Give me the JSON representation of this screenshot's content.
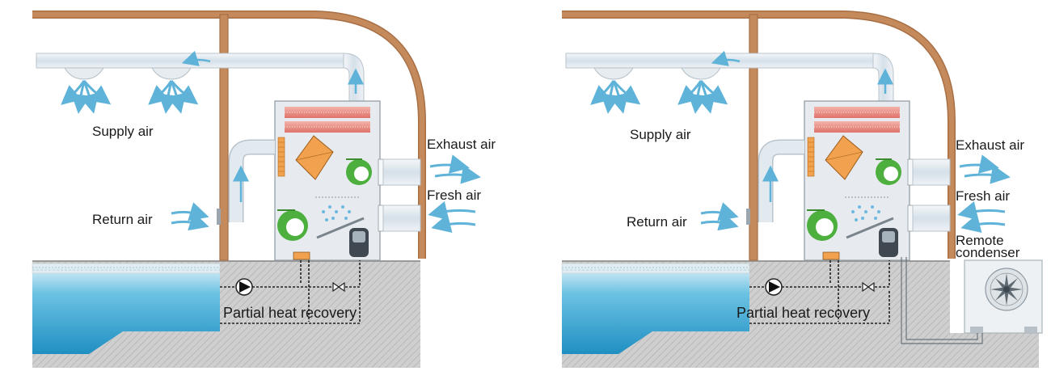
{
  "panels": [
    {
      "supply_air": "Supply air",
      "return_air": "Return air",
      "exhaust_air": "Exhaust air",
      "fresh_air": "Fresh air",
      "heat_recovery": "Partial heat recovery"
    },
    {
      "supply_air": "Supply air",
      "return_air": "Return air",
      "exhaust_air": "Exhaust air",
      "fresh_air": "Fresh air",
      "heat_recovery": "Partial heat recovery",
      "remote_condenser": [
        "Remote",
        "condenser"
      ]
    }
  ],
  "colors": {
    "roof": "#c48a5c",
    "duct": "#dfe7ee",
    "pool_water": "#4fb5d8",
    "ground": "#c8c8c8",
    "coil_red": "#e0736a",
    "heat_exchanger": "#f2a14e",
    "fan_green": "#4caf3e",
    "air_arrow": "#5fb3d9"
  },
  "icons": [
    "ceiling-diffuser-icon",
    "fan-icon",
    "pump-icon",
    "valve-icon",
    "compressor-icon",
    "condenser-fan-icon"
  ]
}
